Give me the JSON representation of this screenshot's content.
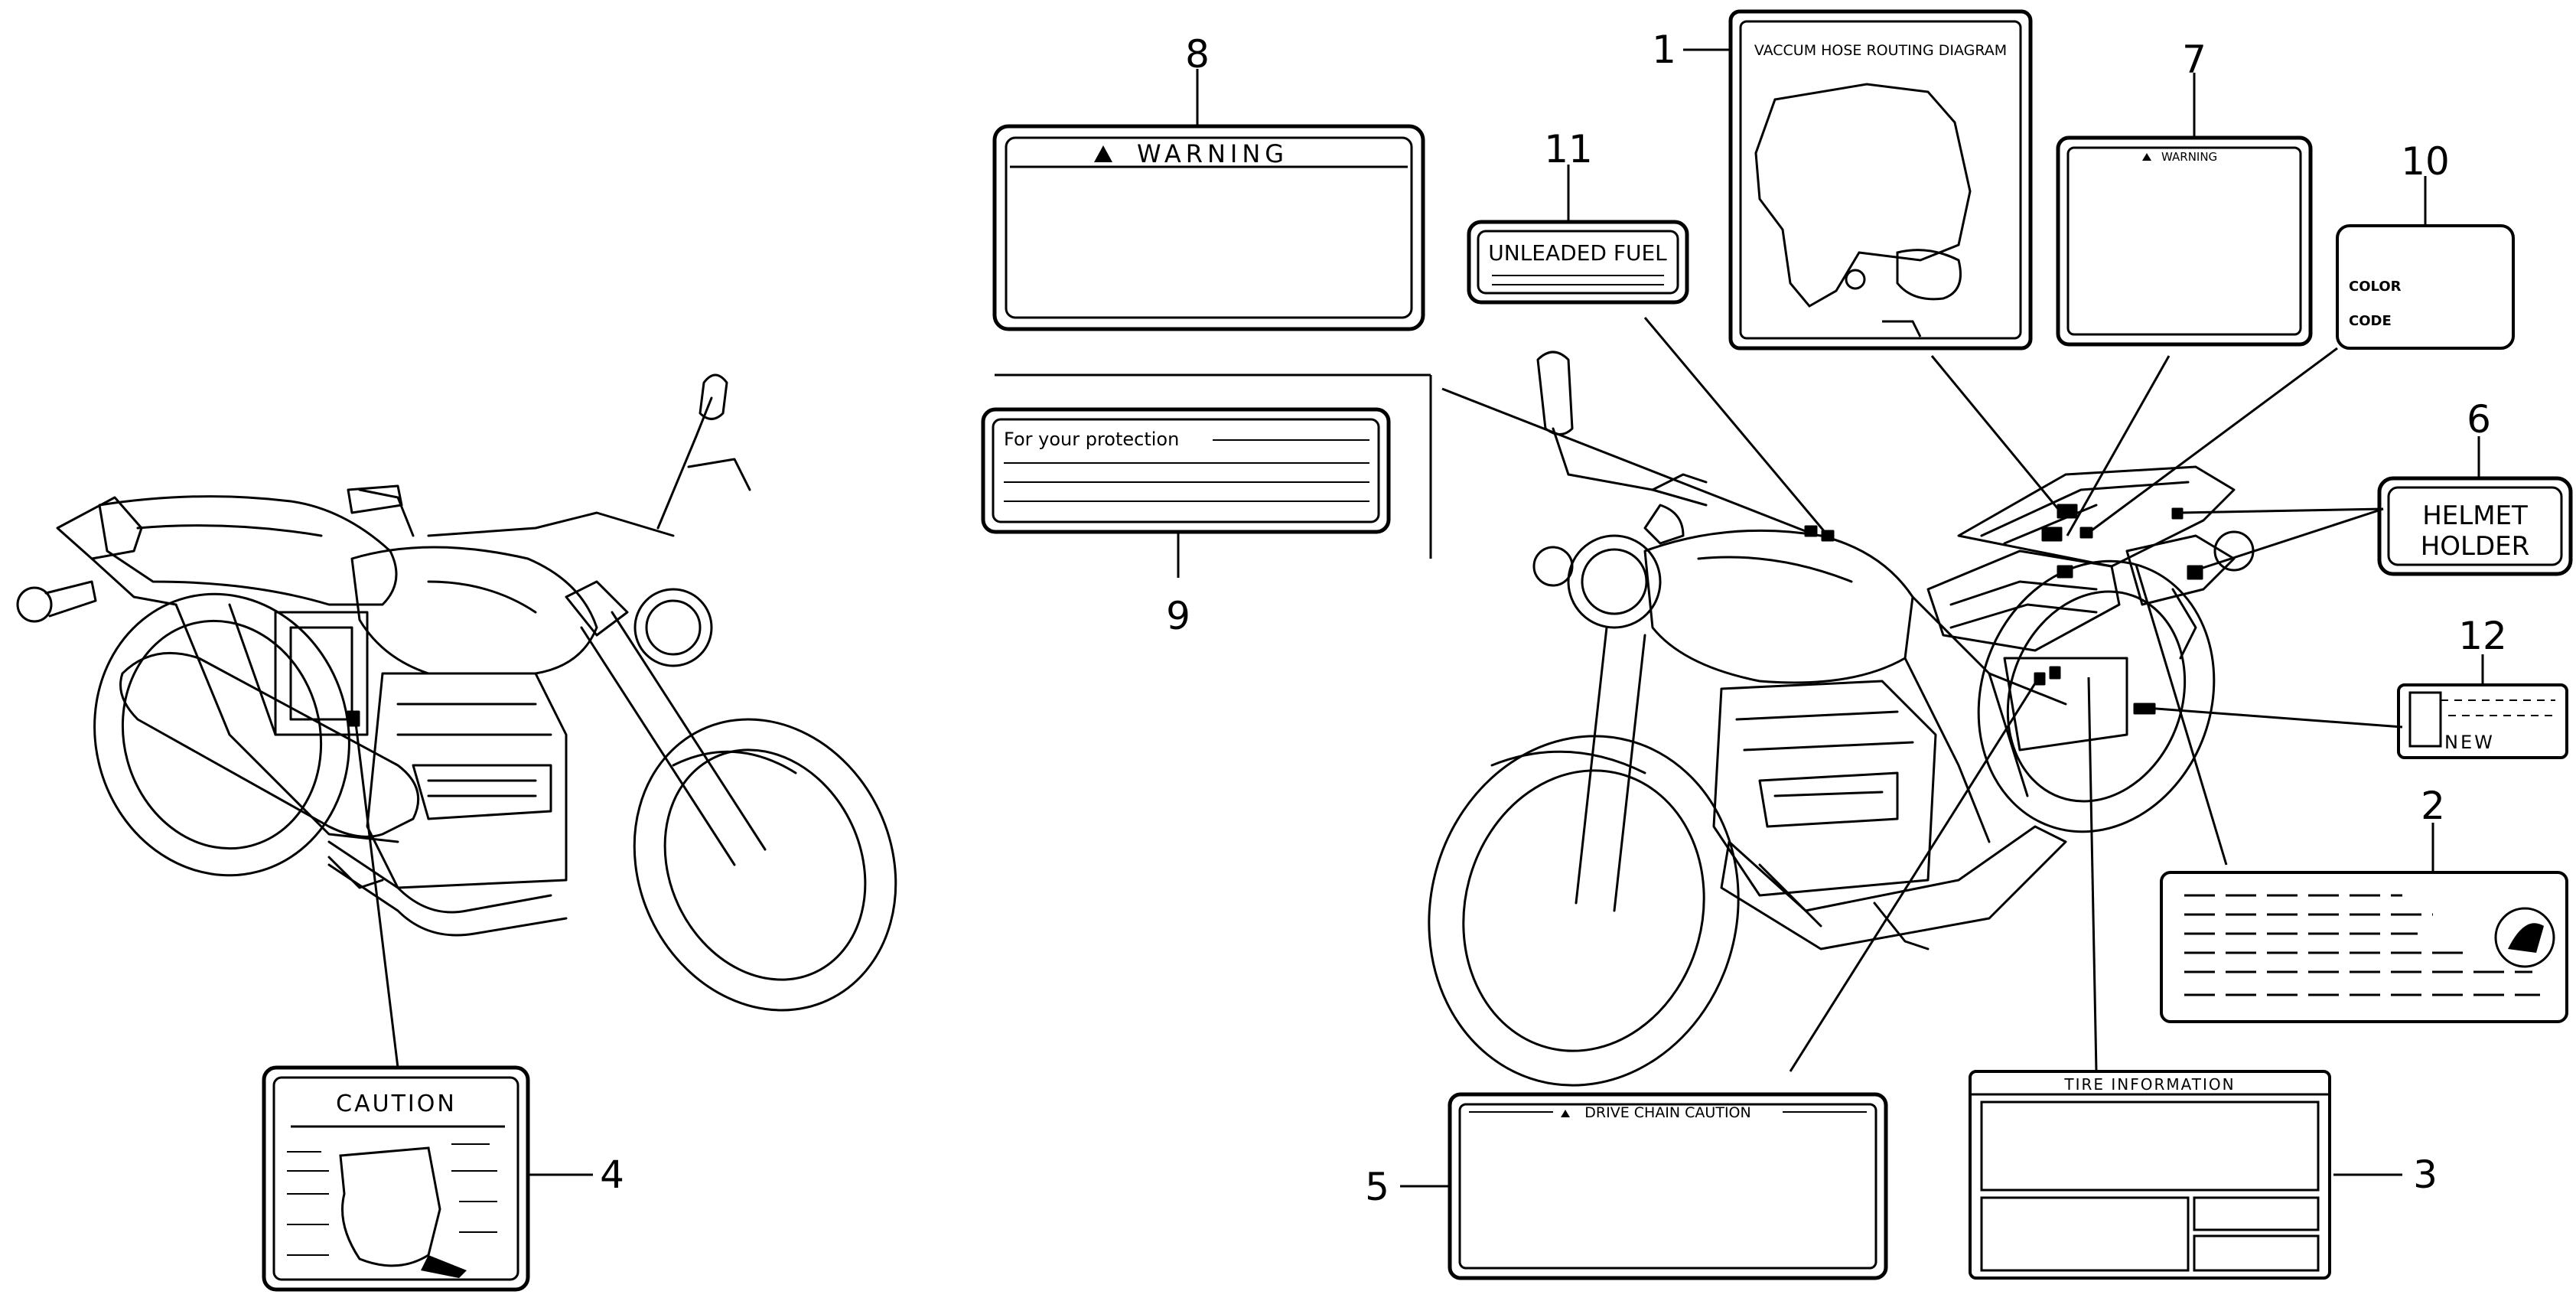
{
  "callouts": {
    "c1": "1",
    "c2": "2",
    "c3": "3",
    "c4": "4",
    "c5": "5",
    "c6": "6",
    "c7": "7",
    "c8": "8",
    "c9": "9",
    "c10": "10",
    "c11": "11",
    "c12": "12"
  },
  "labels": {
    "vacuum": "VACCUM HOSE ROUTING DIAGRAM",
    "warning_large": "WARNING",
    "warning_small": "WARNING",
    "unleaded": "UNLEADED FUEL",
    "protection": "For your protection",
    "color": "COLOR",
    "code": "CODE",
    "helmet_line1": "HELMET",
    "helmet_line2": "HOLDER",
    "new": "NEW",
    "caution": "CAUTION",
    "drive_chain": "DRIVE CHAIN CAUTION",
    "tire": "TIRE INFORMATION"
  }
}
